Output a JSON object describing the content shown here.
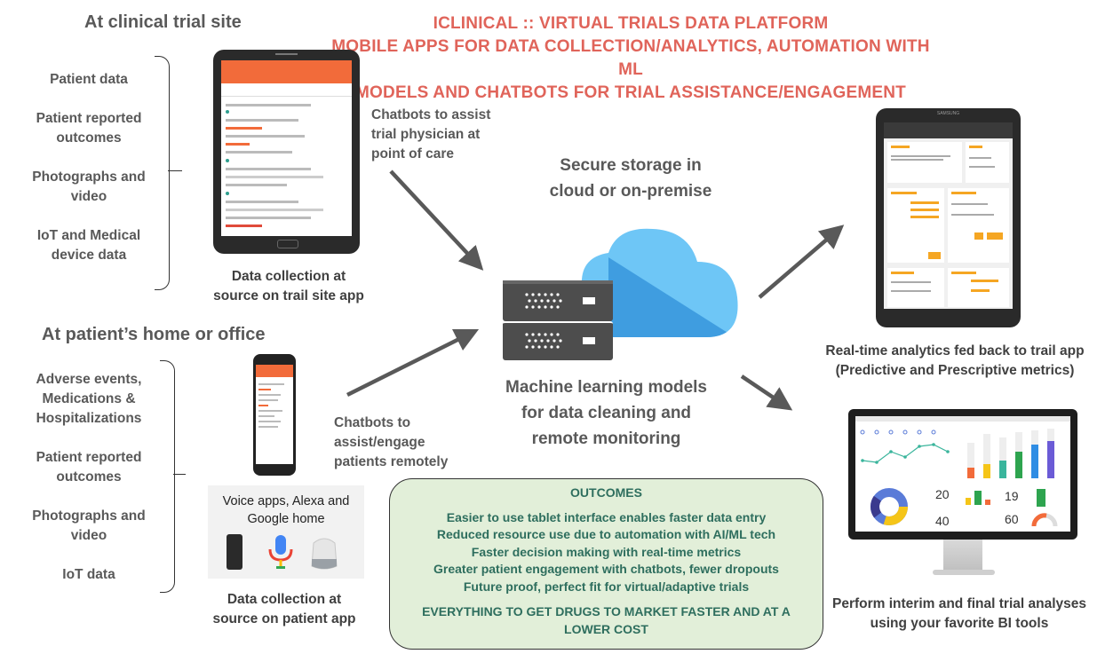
{
  "title": {
    "line1": "ICLINICAL :: VIRTUAL TRIALS DATA PLATFORM",
    "line2": "MOBILE APPS FOR DATA COLLECTION/ANALYTICS, AUTOMATION WITH ML",
    "line3": "MODELS AND CHATBOTS FOR TRIAL ASSISTANCE/ENGAGEMENT"
  },
  "site": {
    "heading": "At clinical trial site",
    "items": [
      "Patient data",
      "Patient reported\noutcomes",
      "Photographs and\nvideo",
      "IoT and Medical\ndevice data"
    ],
    "caption": "Data collection at\nsource on trail site app",
    "chatbot": "Chatbots to assist\ntrial physician at\npoint of care"
  },
  "home": {
    "heading": "At patient’s home or office",
    "items": [
      "Adverse events,\nMedications &\nHospitalizations",
      "Patient reported\noutcomes",
      "Photographs and\nvideo",
      "IoT data"
    ],
    "voice": "Voice apps, Alexa and\nGoogle home",
    "caption": "Data collection at\nsource on patient app",
    "chatbot": "Chatbots to\nassist/engage\npatients remotely"
  },
  "center": {
    "storage": "Secure storage in\ncloud or on-premise",
    "ml": "Machine learning models\nfor data cleaning and\nremote monitoring"
  },
  "right": {
    "analytics": "Real-time analytics fed back to trail app\n(Predictive and Prescriptive metrics)",
    "bi": "Perform interim and final trial analyses\nusing your favorite BI tools",
    "dashboard_numbers": [
      "20",
      "19",
      "40",
      "60"
    ],
    "tablet_brand": "SAMSUNG"
  },
  "outcomes": {
    "heading": "OUTCOMES",
    "items": [
      "Easier to use tablet interface enables faster data entry",
      "Reduced resource use due to automation with AI/ML tech",
      "Faster decision making with real-time metrics",
      "Greater patient engagement with chatbots, fewer dropouts",
      "Future proof, perfect fit for virtual/adaptive trials"
    ],
    "footer": "EVERYTHING TO GET DRUGS TO MARKET FASTER AND AT A\nLOWER COST"
  },
  "colors": {
    "title": "#e0645a",
    "accent_orange": "#f26b3a",
    "cloud": "#6ec6f6",
    "outcomes_bg": "#e2efd9",
    "outcomes_text": "#2e6e5e",
    "arrow": "#595959"
  }
}
